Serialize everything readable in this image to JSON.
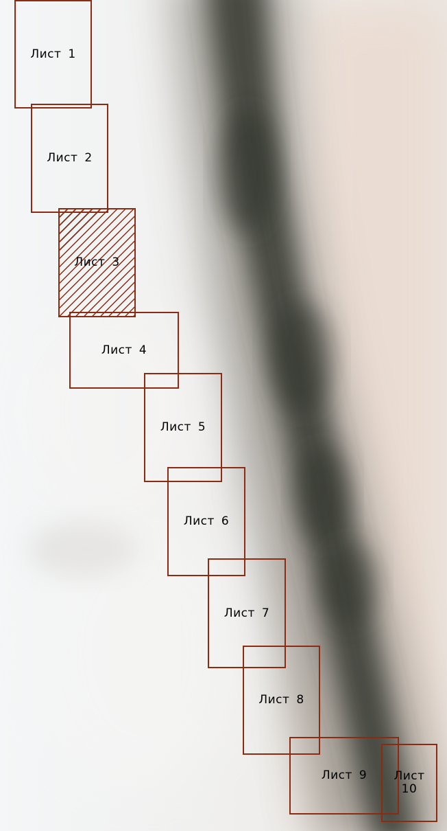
{
  "map": {
    "background_colors": {
      "base": "#f2f0ee",
      "terrain_dark": "#3d4038",
      "terrain_mid": "#8c8880",
      "right_tint": "#ead8cc"
    },
    "sheet_border_color": "#8a2b12",
    "sheets": [
      {
        "label": "Лист 1",
        "selected": false
      },
      {
        "label": "Лист 2",
        "selected": false
      },
      {
        "label": "Лист 3",
        "selected": true
      },
      {
        "label": "Лист 4",
        "selected": false
      },
      {
        "label": "Лист 5",
        "selected": false
      },
      {
        "label": "Лист 6",
        "selected": false
      },
      {
        "label": "Лист 7",
        "selected": false
      },
      {
        "label": "Лист 8",
        "selected": false
      },
      {
        "label": "Лист 9",
        "selected": false
      },
      {
        "label": "Лист 10",
        "selected": false
      }
    ]
  }
}
